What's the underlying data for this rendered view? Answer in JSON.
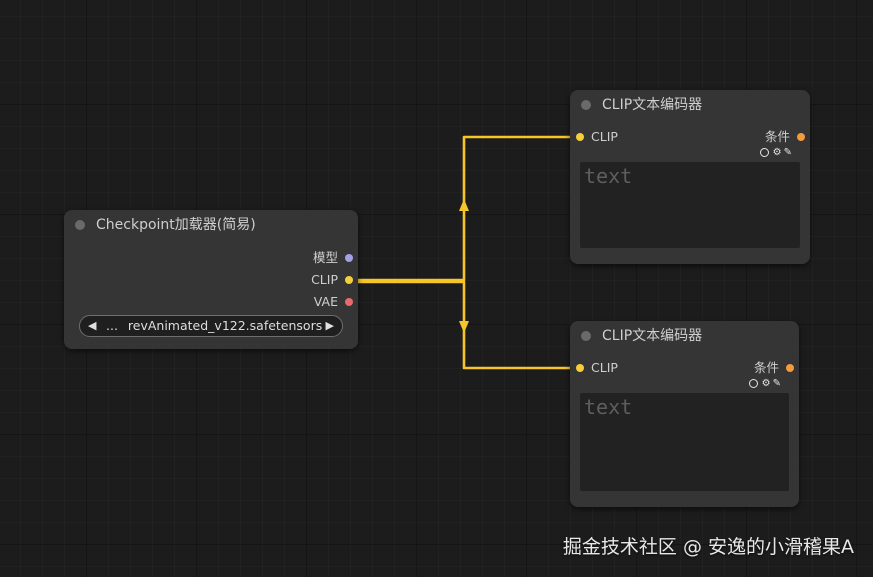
{
  "checkpoint_node": {
    "title": "Checkpoint加载器(简易)",
    "outputs": [
      {
        "label": "模型",
        "color": "#a6a0e6"
      },
      {
        "label": "CLIP",
        "color": "#f5cf3a"
      },
      {
        "label": "VAE",
        "color": "#e86a6a"
      }
    ],
    "ckpt_widget": {
      "prefix": "...",
      "value": "revAnimated_v122.safetensors",
      "left_arrow": "◀",
      "right_arrow": "▶"
    }
  },
  "clip_nodes": [
    {
      "title": "CLIP文本编码器",
      "input_label": "CLIP",
      "output_label": "条件",
      "text_placeholder": "text"
    },
    {
      "title": "CLIP文本编码器",
      "input_label": "CLIP",
      "output_label": "条件",
      "text_placeholder": "text"
    }
  ],
  "colors": {
    "clip_link": "#f5c52a",
    "canvas_bg": "#1c1c1c",
    "node_bg": "#353535"
  },
  "watermark": "掘金技术社区 @ 安逸的小滑稽果A"
}
